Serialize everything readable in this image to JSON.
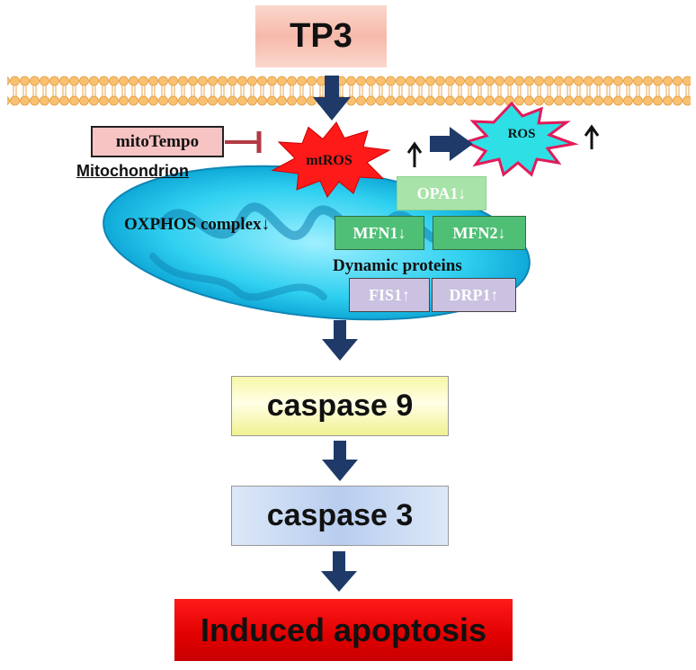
{
  "nodes": {
    "tp3": "TP3",
    "mitotempo": "mitoTempo",
    "mitochondrion": "Mitochondrion",
    "mtros": "mtROS",
    "ros": "ROS",
    "oxphos": "OXPHOS complex↓",
    "opa1": "OPA1↓",
    "mfn1": "MFN1↓",
    "mfn2": "MFN2↓",
    "dynamic_proteins": "Dynamic proteins",
    "fis1": "FIS1↑",
    "drp1": "DRP1↑",
    "caspase9": "caspase 9",
    "caspase3": "caspase 3",
    "apoptosis": "Induced apoptosis"
  },
  "colors": {
    "arrow": "#1f3a68",
    "mtros_star": "#ff1a1a",
    "ros_star": "#2ee0e6",
    "mitochondrion": "#22c7ee",
    "membrane": "#f5b24d"
  }
}
